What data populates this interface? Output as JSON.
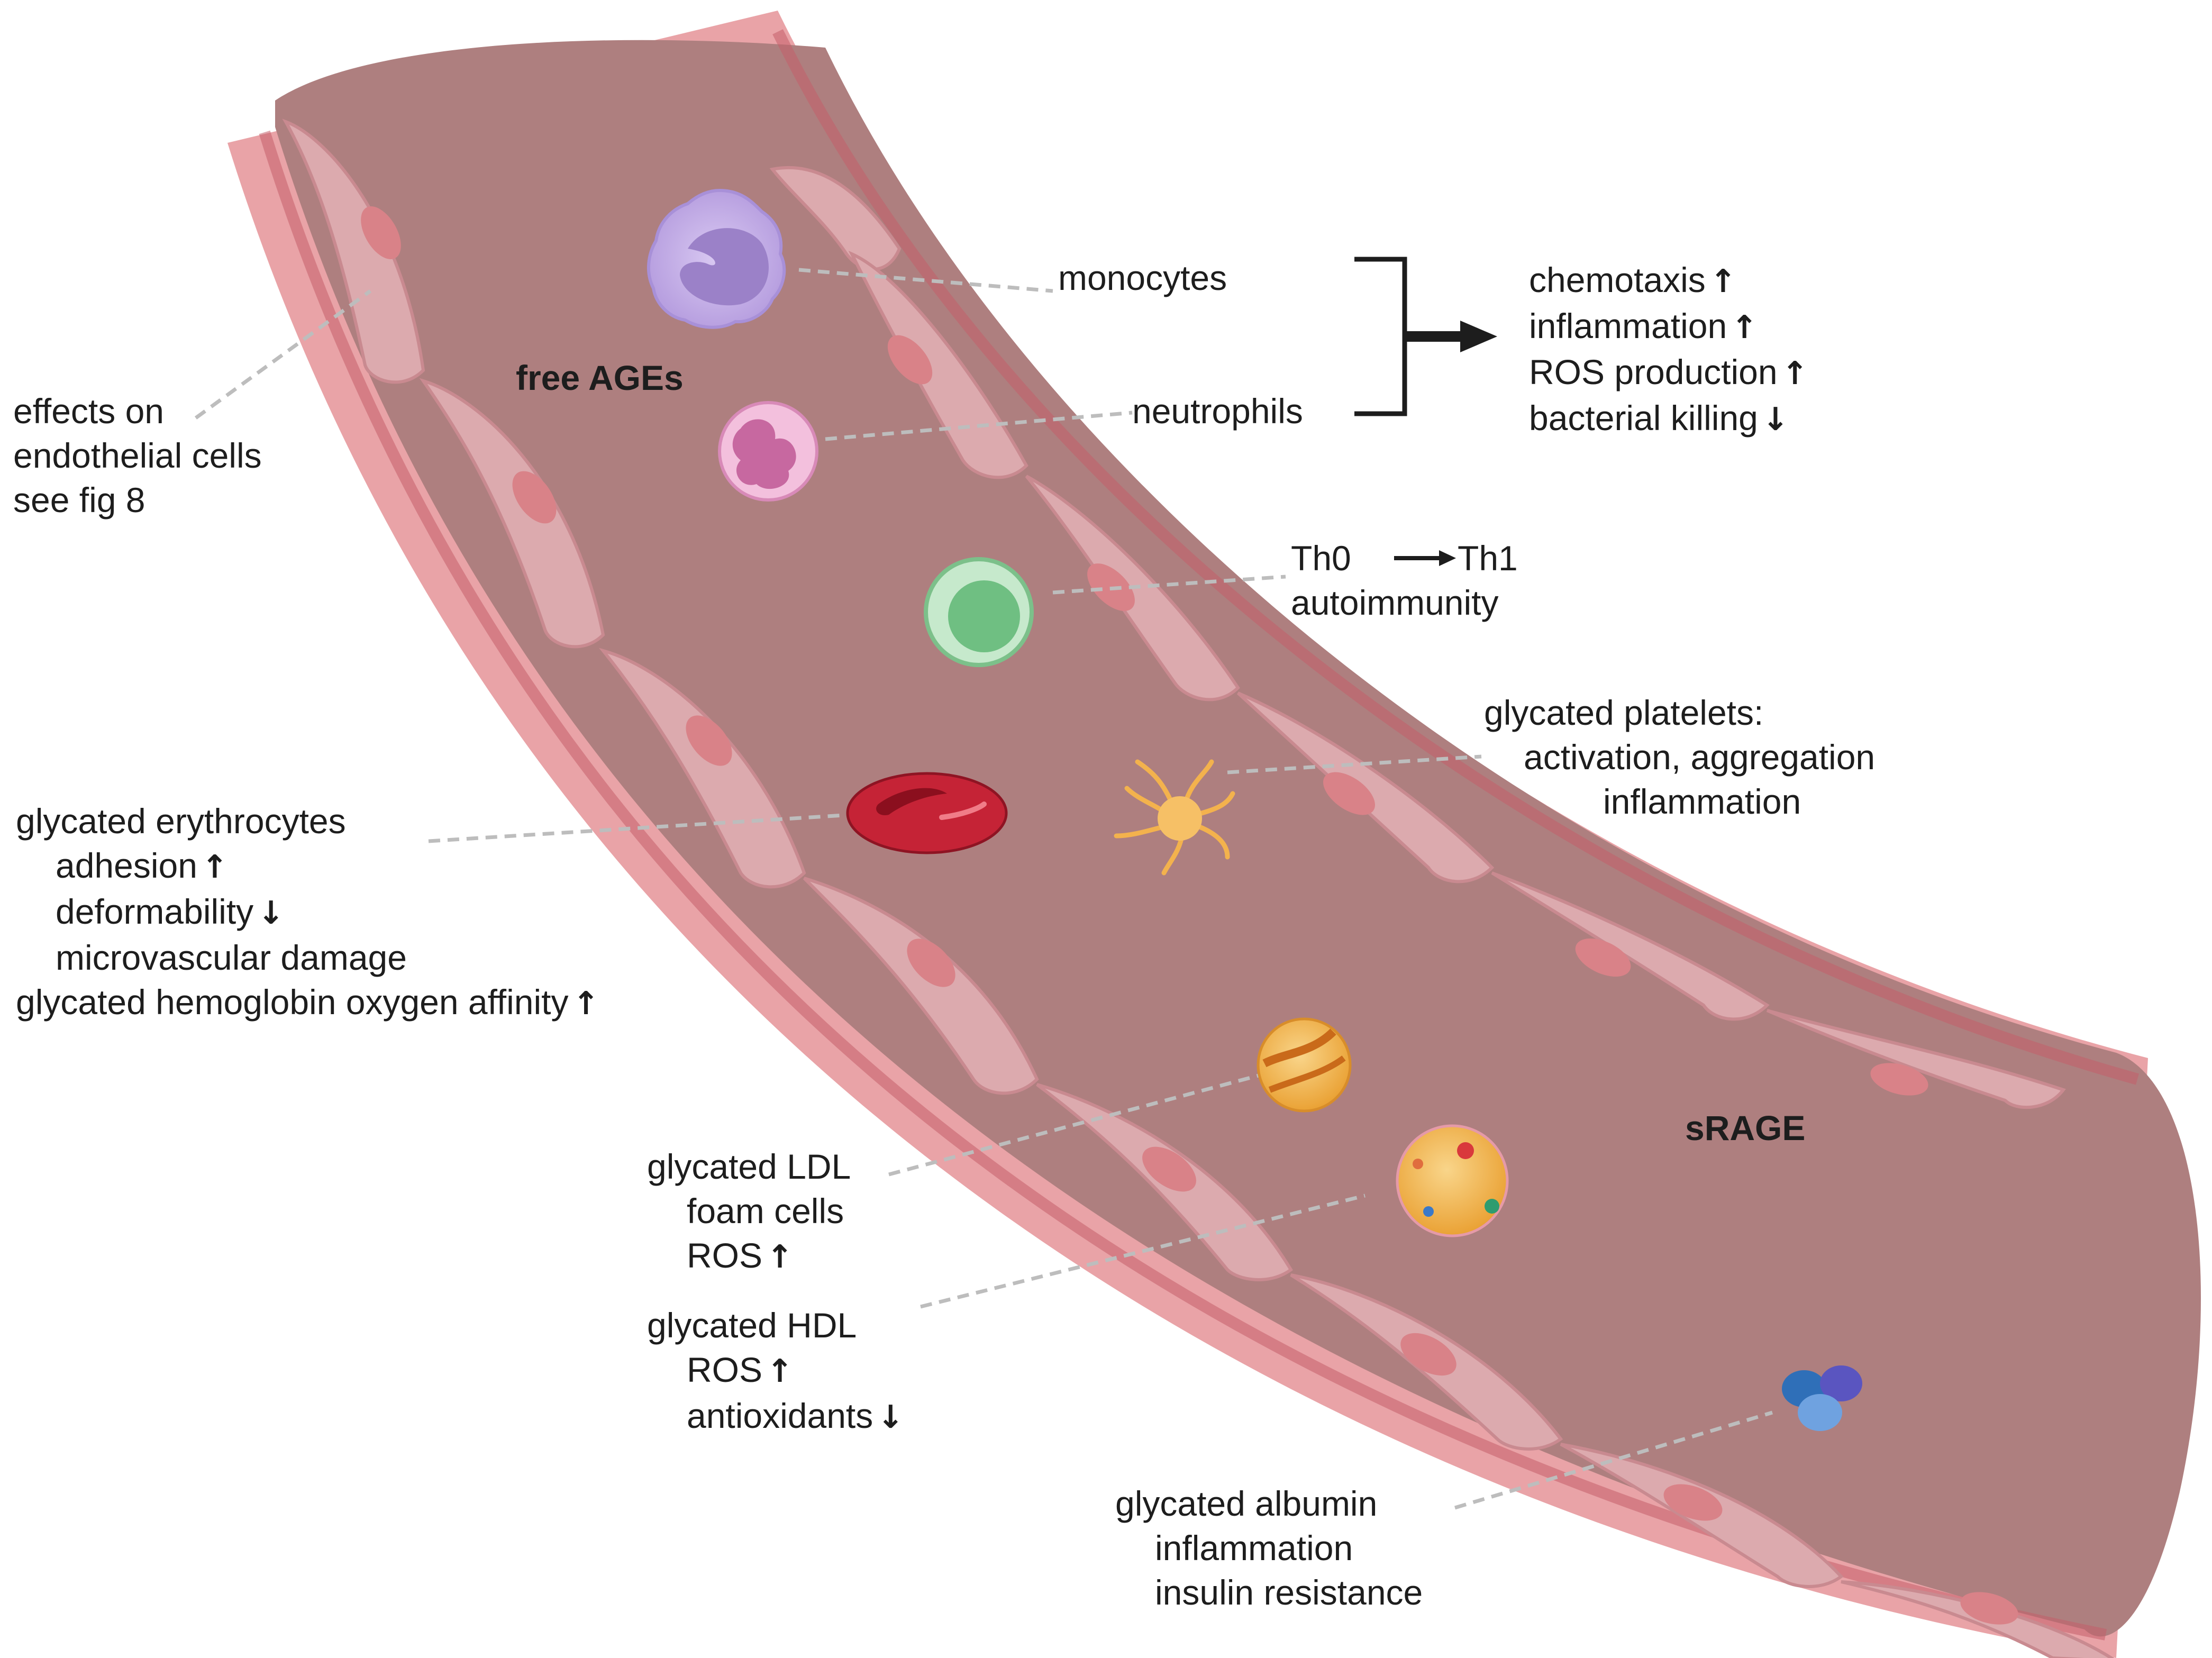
{
  "colors": {
    "vessel_lumen": "#ad7e7e",
    "vessel_wall": "#e8a0a4",
    "endothelial_cell": "#dba7ab",
    "nucleus": "#d47e84",
    "leader_line": "#b7b7b7",
    "monocyte": "#c7b3e8",
    "neutrophil": "#f0b8d8",
    "lymphocyte": "#9fd8ab",
    "erythrocyte": "#c9283a",
    "platelet": "#f6c066",
    "ldl": "#f2a83a",
    "hdl": "#f3c26a",
    "albumin": "#3b7fc4"
  },
  "icons": [
    "monocyte-icon",
    "neutrophil-icon",
    "lymphocyte-icon",
    "erythrocyte-icon",
    "platelet-icon",
    "ldl-particle-icon",
    "hdl-particle-icon",
    "albumin-icon",
    "bracket-arrow-icon",
    "up-arrow-icon",
    "down-arrow-icon",
    "right-arrow-icon"
  ],
  "labels": {
    "free_ages": "free AGEs",
    "srage": "sRAGE",
    "endothelial": [
      "effects on",
      "endothelial cells",
      "see fig 8"
    ],
    "monocytes": "monocytes",
    "neutrophils": "neutrophils",
    "effects": [
      {
        "text": "chemotaxis",
        "arrow": "↑"
      },
      {
        "text": "inflammation",
        "arrow": "↑"
      },
      {
        "text": "ROS production",
        "arrow": "↑"
      },
      {
        "text": "bacterial killing",
        "arrow": "↓"
      }
    ],
    "th": {
      "from": "Th0",
      "to": "Th1",
      "line2": "autoimmunity"
    },
    "platelets": [
      "glycated platelets:",
      "activation, aggregation",
      "inflammation"
    ],
    "erythrocytes": {
      "title": "glycated erythrocytes",
      "adhesion": "adhesion",
      "adhesion_arrow": "↑",
      "deformability": "deformability",
      "deformability_arrow": "↓",
      "microvascular": "microvascular damage",
      "hemoglobin": "glycated hemoglobin oxygen affinity",
      "hemoglobin_arrow": "↑"
    },
    "ldl": {
      "title": "glycated LDL",
      "line1": "foam cells",
      "line2": "ROS",
      "line2_arrow": "↑"
    },
    "hdl": {
      "title": "glycated HDL",
      "line1": "ROS",
      "line1_arrow": "↑",
      "line2": "antioxidants",
      "line2_arrow": "↓"
    },
    "albumin": [
      "glycated albumin",
      "inflammation",
      "insulin resistance"
    ]
  }
}
